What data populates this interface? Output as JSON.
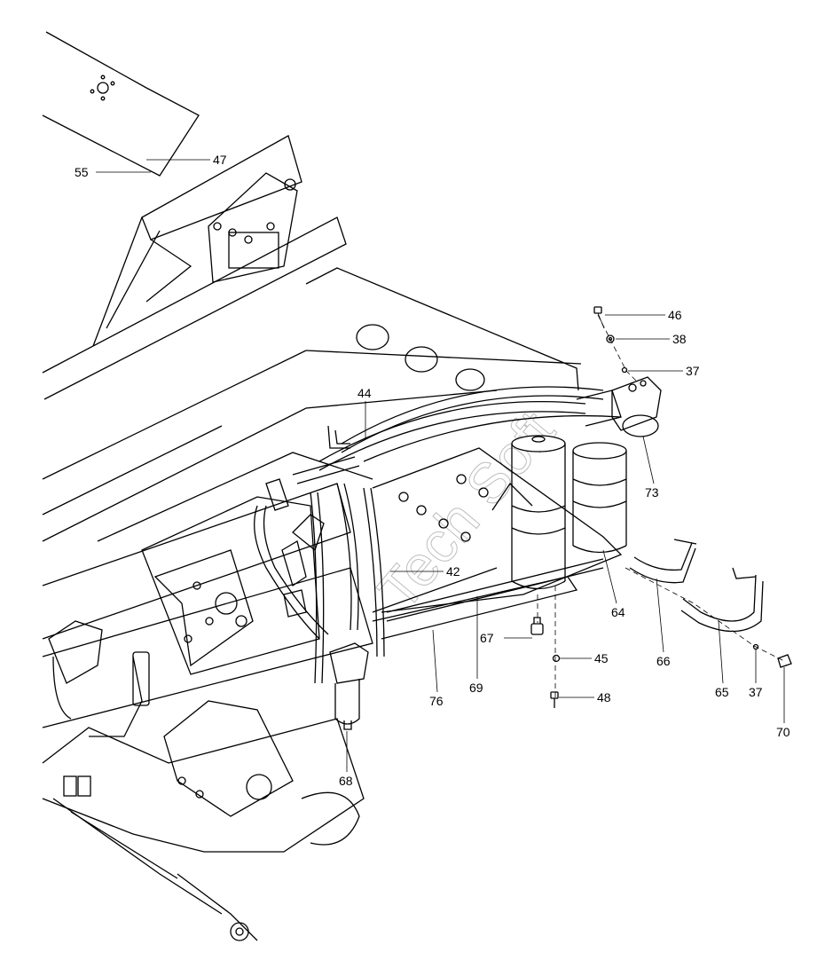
{
  "callouts": {
    "c55": "55",
    "c47": "47",
    "c46": "46",
    "c38": "38",
    "c37a": "37",
    "c44": "44",
    "c73": "73",
    "c42": "42",
    "c64": "64",
    "c66": "66",
    "c67": "67",
    "c45": "45",
    "c69": "69",
    "c76": "76",
    "c48": "48",
    "c65": "65",
    "c37b": "37",
    "c70": "70",
    "c68": "68"
  },
  "watermark": "Tech Soft"
}
